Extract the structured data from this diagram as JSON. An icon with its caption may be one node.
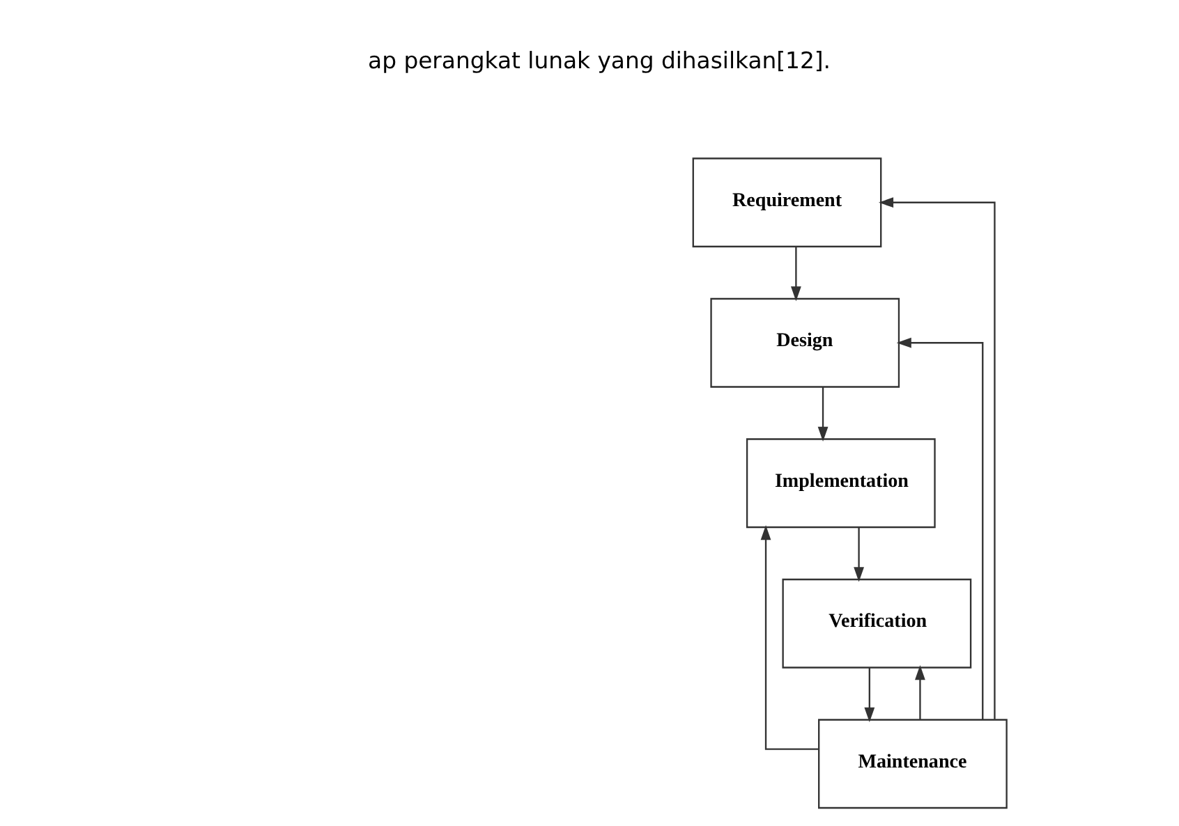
{
  "diagram": {
    "nodes": [
      {
        "text": [
          "Requirement"
        ]
      },
      {
        "text": [
          "Design"
        ]
      },
      {
        "text": [
          "Implementation"
        ]
      },
      {
        "text": [
          "Verification"
        ]
      },
      {
        "text": [
          "Maintenance"
        ]
      }
    ],
    "edges": [
      {
        "from": 0,
        "to": 1,
        "arrow": "to"
      },
      {
        "from": 1,
        "to": 2,
        "arrow": "to"
      },
      {
        "from": 2,
        "to": 3,
        "arrow": "to"
      },
      {
        "from": 3,
        "to": 4,
        "arrow": "to"
      },
      {
        "from": 4,
        "to": 3,
        "arrow": "to"
      },
      {
        "from": 4,
        "to": 2,
        "arrow": "to"
      },
      {
        "from": 4,
        "to": 1,
        "arrow": "to"
      },
      {
        "from": 4,
        "to": 0,
        "arrow": "to"
      }
    ],
    "labels": [
      "ap perangkat lunak yang dihasilkan[12]."
    ]
  }
}
